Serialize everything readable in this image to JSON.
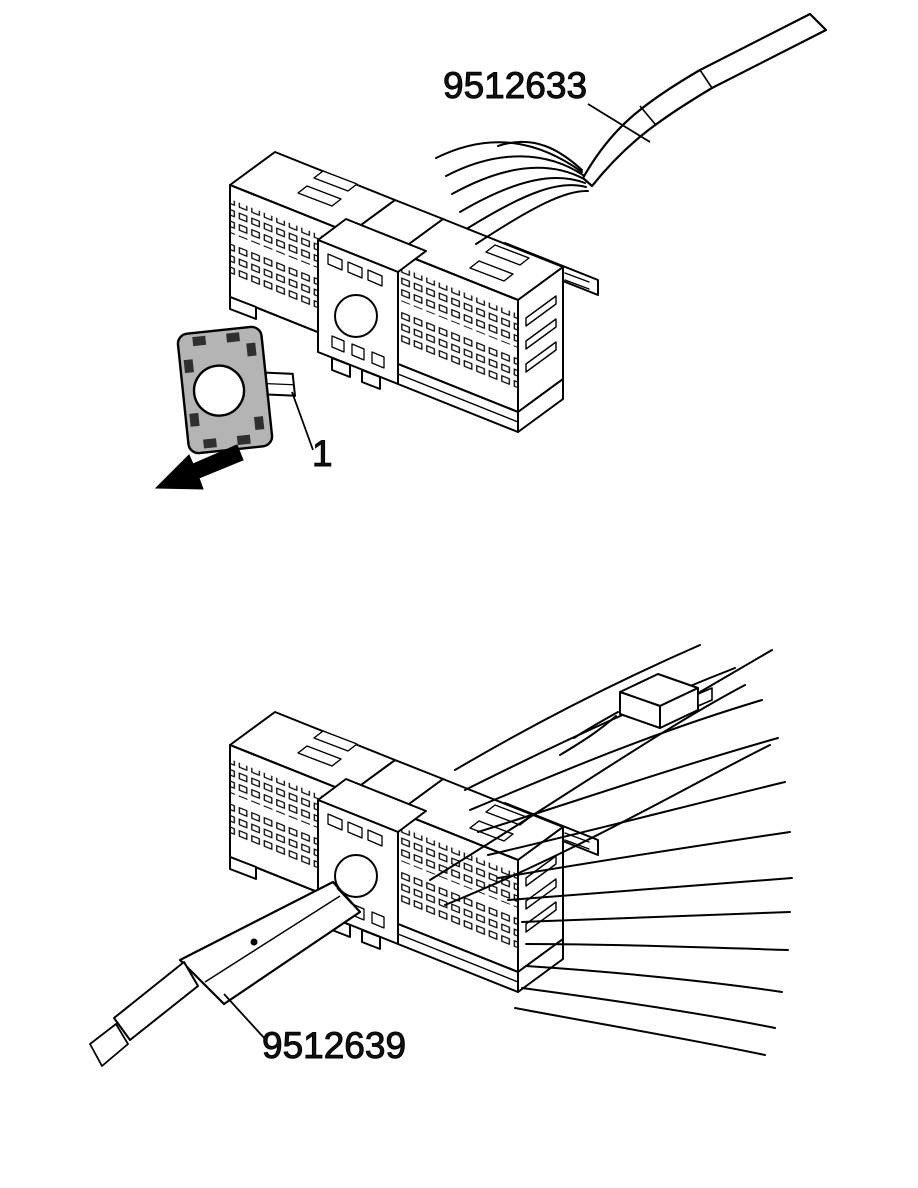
{
  "labels": {
    "top_tool": "9512633",
    "retainer_index": "1",
    "bottom_tool": "9512639"
  },
  "colors": {
    "stroke": "#000000",
    "retainer_fill": "#b4b4b4",
    "slot_fill": "#2f2f2f",
    "arrow_fill": "#000000",
    "background": "#ffffff"
  }
}
